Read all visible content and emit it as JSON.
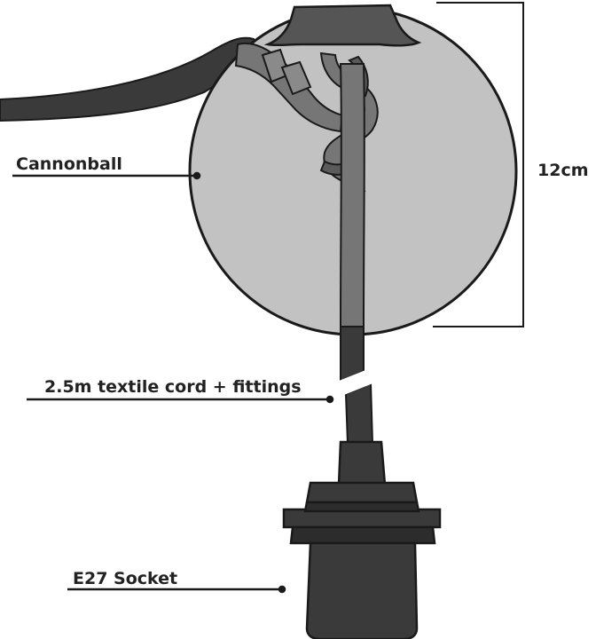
{
  "labels": {
    "cannonball": "Cannonball",
    "cord": "2.5m textile cord + fittings",
    "socket": "E27 Socket",
    "dimension": "12cm"
  },
  "colors": {
    "sphere_fill": "#c2c2c2",
    "cord_dark": "#3a3a3a",
    "cord_mid": "#767676",
    "outline": "#1a1a1a",
    "socket_fill": "#3a3a3a",
    "ceiling_rose": "#555555"
  }
}
